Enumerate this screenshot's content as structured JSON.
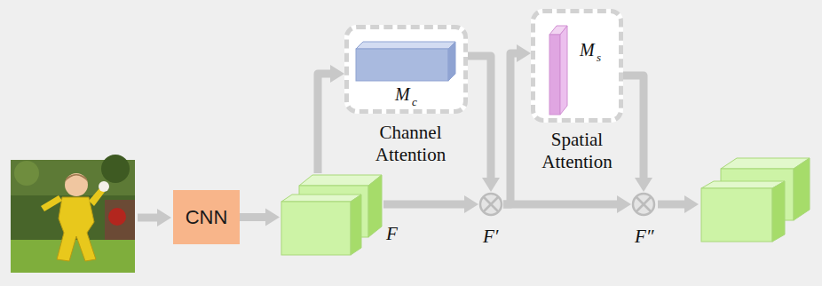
{
  "diagram": {
    "nodes": [
      {
        "text": [
          "CNN"
        ]
      },
      {
        "text": [
          "F"
        ]
      },
      {
        "text": [
          "M",
          "c",
          "Channel Attention"
        ]
      },
      {
        "text": [
          "F′"
        ]
      },
      {
        "text": [
          "M",
          "s",
          "Spatial Attention"
        ]
      },
      {
        "text": [
          "F″"
        ]
      }
    ],
    "edges": [
      {
        "from": 0,
        "to": 1,
        "arrow": "to"
      },
      {
        "from": 1,
        "to": 2,
        "arrow": "to"
      },
      {
        "from": 1,
        "to": 3,
        "arrow": "to"
      },
      {
        "from": 2,
        "to": 3,
        "arrow": "to"
      },
      {
        "from": 3,
        "to": 4,
        "arrow": "to"
      },
      {
        "from": 4,
        "to": 5,
        "arrow": "to"
      },
      {
        "from": 3,
        "to": 5,
        "arrow": "to"
      }
    ]
  }
}
